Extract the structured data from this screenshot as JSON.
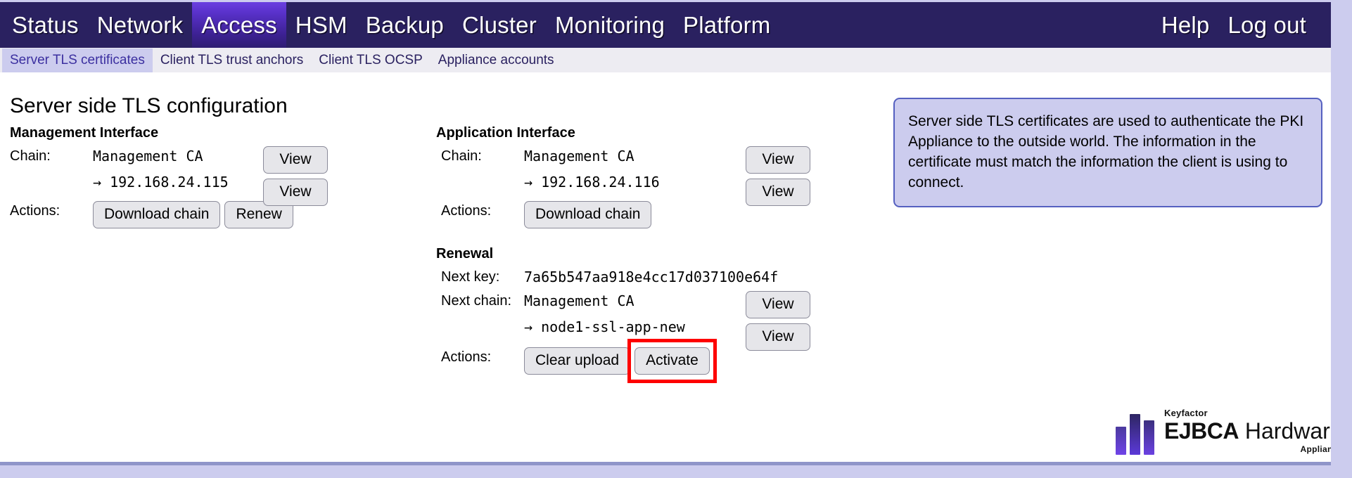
{
  "topnav": {
    "items": [
      {
        "label": "Status",
        "active": false
      },
      {
        "label": "Network",
        "active": false
      },
      {
        "label": "Access",
        "active": true
      },
      {
        "label": "HSM",
        "active": false
      },
      {
        "label": "Backup",
        "active": false
      },
      {
        "label": "Cluster",
        "active": false
      },
      {
        "label": "Monitoring",
        "active": false
      },
      {
        "label": "Platform",
        "active": false
      }
    ],
    "right": [
      {
        "label": "Help"
      },
      {
        "label": "Log out"
      }
    ],
    "background_color": "#2a2160",
    "active_color": "#5a32cc"
  },
  "subnav": {
    "items": [
      {
        "label": "Server TLS certificates",
        "active": true
      },
      {
        "label": "Client TLS trust anchors",
        "active": false
      },
      {
        "label": "Client TLS OCSP",
        "active": false
      },
      {
        "label": "Appliance accounts",
        "active": false
      }
    ],
    "active_background": "#ccccee",
    "background_color": "#edecf2"
  },
  "main": {
    "page_title": "Server side TLS configuration",
    "management": {
      "heading": "Management Interface",
      "chain_label": "Chain:",
      "chain_ca": "Management CA",
      "chain_leaf": "→ 192.168.24.115",
      "view_label_1": "View",
      "view_label_2": "View",
      "actions_label": "Actions:",
      "download_chain_label": "Download chain",
      "renew_label": "Renew"
    },
    "application": {
      "heading": "Application Interface",
      "chain_label": "Chain:",
      "chain_ca": "Management CA",
      "chain_leaf": "→ 192.168.24.116",
      "view_label_1": "View",
      "view_label_2": "View",
      "actions_label": "Actions:",
      "download_chain_label": "Download chain"
    },
    "renewal": {
      "heading": "Renewal",
      "next_key_label": "Next key:",
      "next_key_value": "7a65b547aa918e4cc17d037100e64f",
      "next_chain_label": "Next chain:",
      "next_chain_ca": "Management CA",
      "next_chain_leaf": "→ node1-ssl-app-new",
      "view_label_1": "View",
      "view_label_2": "View",
      "actions_label": "Actions:",
      "clear_upload_label": "Clear upload",
      "activate_label": "Activate",
      "highlight_color": "#fe0000"
    }
  },
  "info_panel": {
    "text": "Server side TLS certificates are used to authenticate the PKI Appliance to the outside world. The information in the certificate must match the information the client is using to connect.",
    "background_color": "#ccccee",
    "border_color": "#5560c0"
  },
  "logo": {
    "brand": "Keyfactor",
    "product_bold": "EJBCA",
    "product_light": " Hardware",
    "subtitle": "Appliance"
  }
}
